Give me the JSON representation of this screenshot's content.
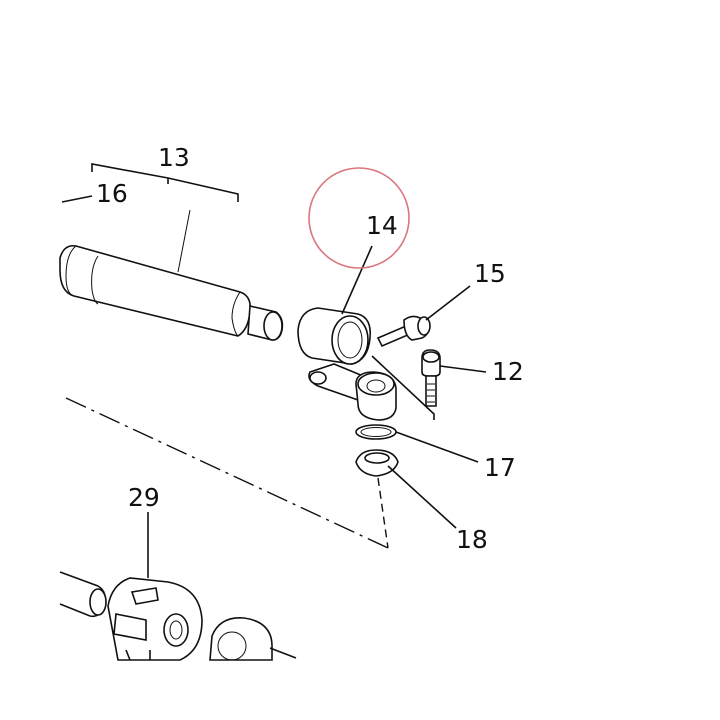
{
  "labels": {
    "l13": "13",
    "l14": "14",
    "l15": "15",
    "l16": "16",
    "l12": "12",
    "l17": "17",
    "l18": "18",
    "l29": "29"
  },
  "colors": {
    "line": "#111111",
    "highlight_circle": "#d9777d",
    "background": "#ffffff"
  }
}
